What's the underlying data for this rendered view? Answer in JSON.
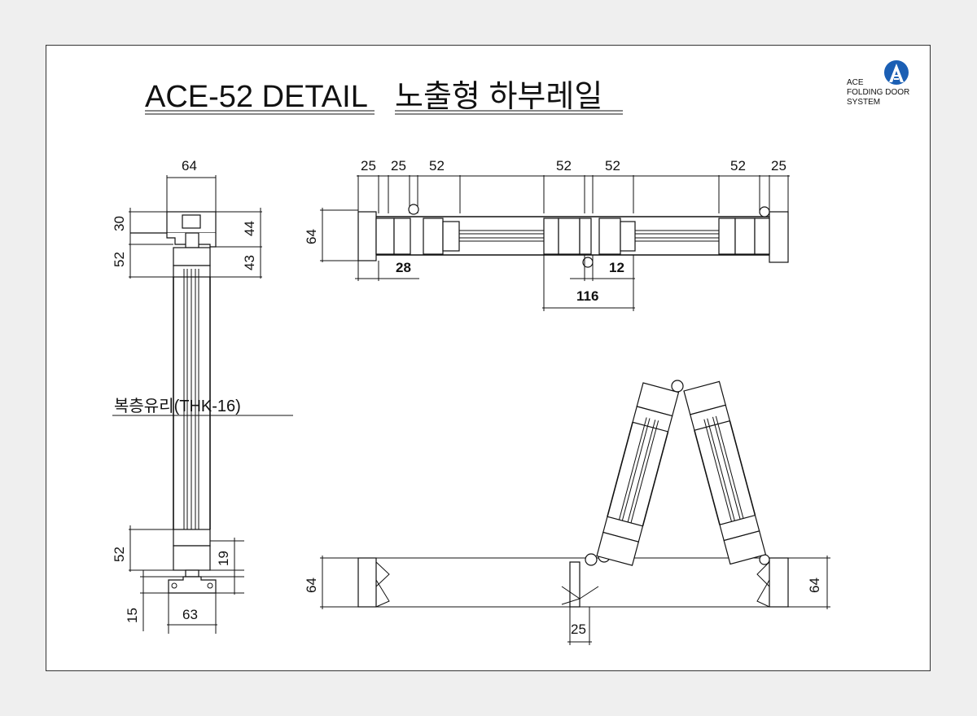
{
  "title": {
    "model": "ACE-52 DETAIL",
    "subtitle": "노출형 하부레일"
  },
  "logo": {
    "line1": "ACE",
    "line2": "FOLDING DOOR",
    "line3": "SYSTEM",
    "color": "#1b5fb4"
  },
  "section": {
    "width_top": "64",
    "h_30": "30",
    "h_52_top": "52",
    "h_44": "44",
    "h_43": "43",
    "glass_label": "복층유리(THK-16)",
    "h_52_bottom": "52",
    "h_19": "19",
    "h_15": "15",
    "width_bottom": "63"
  },
  "plan_top": {
    "d1": "25",
    "d2": "25",
    "d3": "52",
    "d4": "52",
    "d5": "52",
    "d6": "52",
    "d7": "25",
    "depth": "64",
    "gap_28": "28",
    "gap_12": "12",
    "span_116": "116"
  },
  "plan_folded": {
    "depth_left": "64",
    "depth_right": "64",
    "offset_25": "25"
  }
}
